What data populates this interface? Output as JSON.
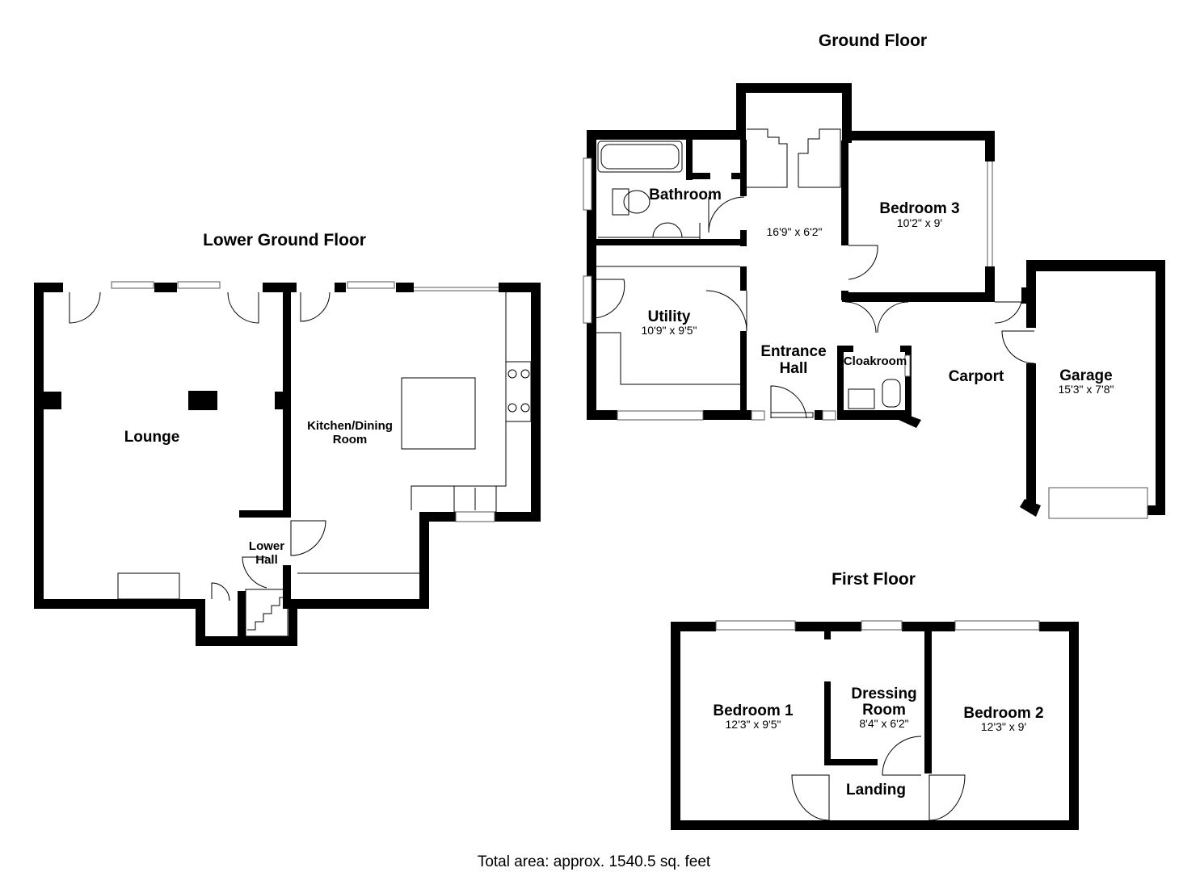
{
  "floors": {
    "lower_ground": "Lower Ground Floor",
    "ground": "Ground Floor",
    "first": "First Floor"
  },
  "rooms": {
    "lounge": {
      "name": "Lounge"
    },
    "kitchen": {
      "name_line1": "Kitchen/Dining",
      "name_line2": "Room"
    },
    "lower_hall": {
      "name_line1": "Lower",
      "name_line2": "Hall"
    },
    "bathroom": {
      "name": "Bathroom"
    },
    "stair_hall": {
      "dims": "16'9\" x 6'2\""
    },
    "bedroom3": {
      "name": "Bedroom 3",
      "dims": "10'2\" x 9'"
    },
    "utility": {
      "name": "Utility",
      "dims": "10'9\" x 9'5\""
    },
    "entrance_hall": {
      "name_line1": "Entrance",
      "name_line2": "Hall"
    },
    "cloakroom": {
      "name": "Cloakroom"
    },
    "carport": {
      "name": "Carport"
    },
    "garage": {
      "name": "Garage",
      "dims": "15'3\" x 7'8\""
    },
    "bedroom1": {
      "name": "Bedroom 1",
      "dims": "12'3\" x 9'5\""
    },
    "dressing": {
      "name_line1": "Dressing",
      "name_line2": "Room",
      "dims": "8'4\" x 6'2\""
    },
    "bedroom2": {
      "name": "Bedroom 2",
      "dims": "12'3\" x 9'"
    },
    "landing": {
      "name": "Landing"
    }
  },
  "total_area": "Total area: approx. 1540.5 sq. feet"
}
